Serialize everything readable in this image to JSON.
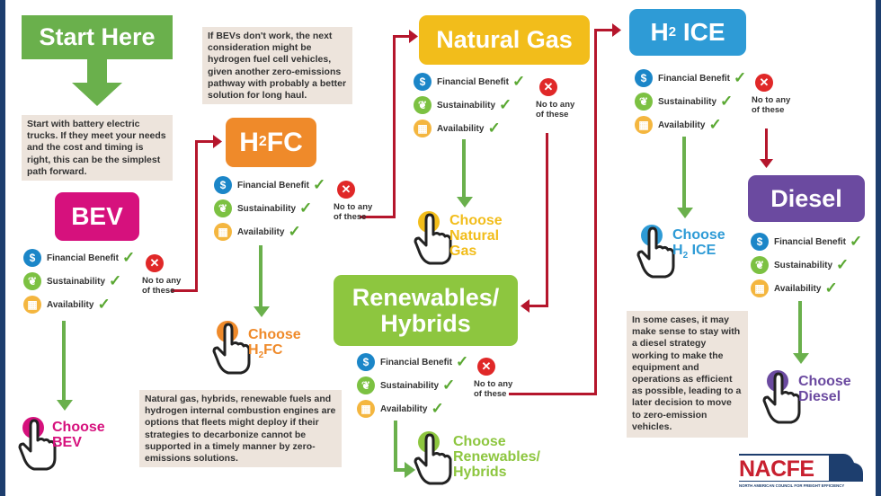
{
  "start": {
    "label": "Start Here",
    "note": "Start with battery electric trucks. If they meet your needs and the cost and timing is right, this can be the simplest path forward."
  },
  "note_h2fc": "If BEVs don't work, the next consideration might be hydrogen fuel cell vehicles, given another zero-emissions pathway with probably a better solution for long haul.",
  "note_alt": "Natural gas, hybrids, renewable fuels and hydrogen internal combustion engines are options that fleets might deploy if their strategies to decarbonize cannot be supported in a timely manner by zero-emissions solutions.",
  "note_diesel": "In some cases, it may make sense to stay with a diesel strategy working to make the equipment and operations as efficient as possible, leading to a later decision to move to zero-emission vehicles.",
  "criteria": [
    "Financial Benefit",
    "Sustainability",
    "Availability"
  ],
  "no_label": "No to any of these",
  "options": {
    "bev": {
      "title": "BEV",
      "choose": "Choose BEV",
      "color": "#d6117d"
    },
    "h2fc": {
      "title_a": "H",
      "title_sub": "2",
      "title_b": "FC",
      "choose_a": "Choose",
      "choose_b": "H",
      "choose_sub": "2",
      "choose_c": "FC",
      "color": "#ef8a2a"
    },
    "ng": {
      "title": "Natural Gas",
      "choose": "Choose Natural Gas",
      "color": "#f2bd1b"
    },
    "ren": {
      "title": "Renewables/ Hybrids",
      "choose": "Choose Renewables/ Hybrids",
      "color": "#8dc63f"
    },
    "h2ice": {
      "title_a": "H",
      "title_sub": "2",
      "title_b": " ICE",
      "choose_a": "Choose",
      "choose_b": "H",
      "choose_sub": "2",
      "choose_c": " ICE",
      "color": "#2e9bd6"
    },
    "diesel": {
      "title": "Diesel",
      "choose": "Choose Diesel",
      "color": "#6b4aa0"
    }
  },
  "logo": {
    "name": "NACFE",
    "tagline": "NORTH AMERICAN COUNCIL FOR FREIGHT EFFICIENCY"
  },
  "colors": {
    "green": "#6ab04c",
    "red": "#b5162c",
    "note_bg": "#ede4dc",
    "border": "#1d3e6e"
  }
}
